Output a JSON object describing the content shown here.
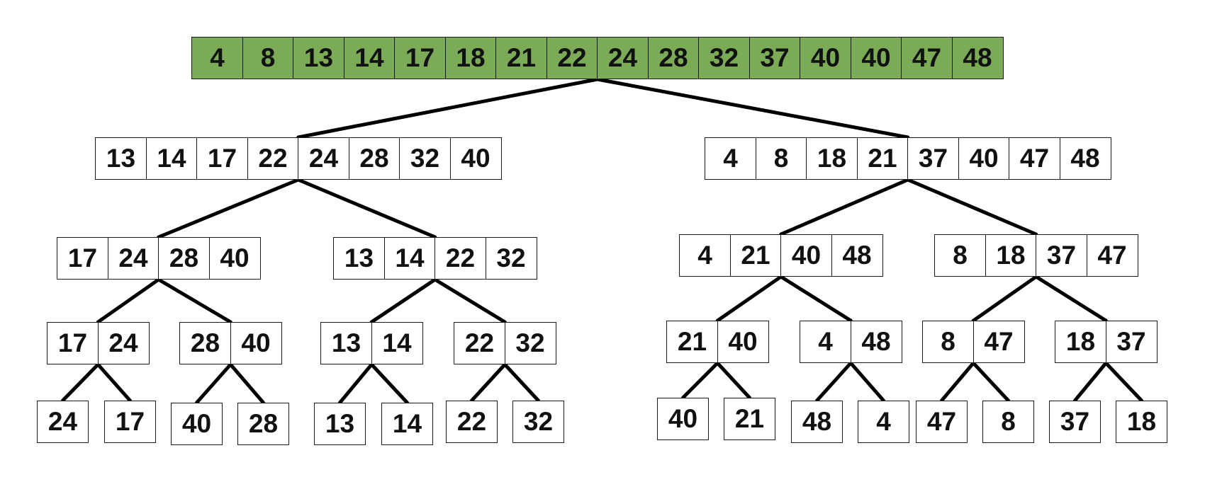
{
  "colors": {
    "sorted_fill": "#7bab56",
    "box_border": "#1a1a1a",
    "edge": "#000000"
  },
  "tree": {
    "root": [
      4,
      8,
      13,
      14,
      17,
      18,
      21,
      22,
      24,
      28,
      32,
      37,
      40,
      40,
      47,
      48
    ],
    "level1": [
      [
        13,
        14,
        17,
        22,
        24,
        28,
        32,
        40
      ],
      [
        4,
        8,
        18,
        21,
        37,
        40,
        47,
        48
      ]
    ],
    "level2": [
      [
        17,
        24,
        28,
        40
      ],
      [
        13,
        14,
        22,
        32
      ],
      [
        4,
        21,
        40,
        48
      ],
      [
        8,
        18,
        37,
        47
      ]
    ],
    "level3": [
      [
        17,
        24
      ],
      [
        28,
        40
      ],
      [
        13,
        14
      ],
      [
        22,
        32
      ],
      [
        21,
        40
      ],
      [
        4,
        48
      ],
      [
        8,
        47
      ],
      [
        18,
        37
      ]
    ],
    "level4": [
      [
        24
      ],
      [
        17
      ],
      [
        40
      ],
      [
        28
      ],
      [
        13
      ],
      [
        14
      ],
      [
        22
      ],
      [
        32
      ],
      [
        40
      ],
      [
        21
      ],
      [
        48
      ],
      [
        4
      ],
      [
        47
      ],
      [
        8
      ],
      [
        37
      ],
      [
        18
      ]
    ]
  }
}
